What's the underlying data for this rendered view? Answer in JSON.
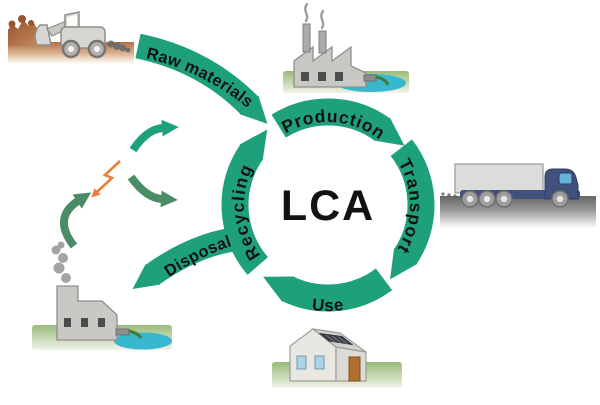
{
  "center": {
    "label": "LCA"
  },
  "stages": {
    "raw_materials": "Raw materials",
    "production": "Production",
    "transport": "Transport",
    "use": "Use",
    "disposal": "Disposal",
    "recycling": "Recycling"
  },
  "colors": {
    "cycle_arrow": "#1ea17a",
    "loop_arrow": "#4a8c66",
    "energy_arrow": "#ef7d3a",
    "water": "#38b8cf",
    "discharge": "#3f7d33",
    "grass": "#9abb79",
    "soil": "#a96036",
    "truck_cab": "#40517c",
    "text": "#121212"
  },
  "icons": {
    "raw_materials": "excavator-icon",
    "production": "factory-icon",
    "transport": "truck-icon",
    "use": "house-icon",
    "disposal": "incinerator-icon",
    "energy_input": "lightning-icon",
    "material_loops": "loop-arrows-icon"
  }
}
